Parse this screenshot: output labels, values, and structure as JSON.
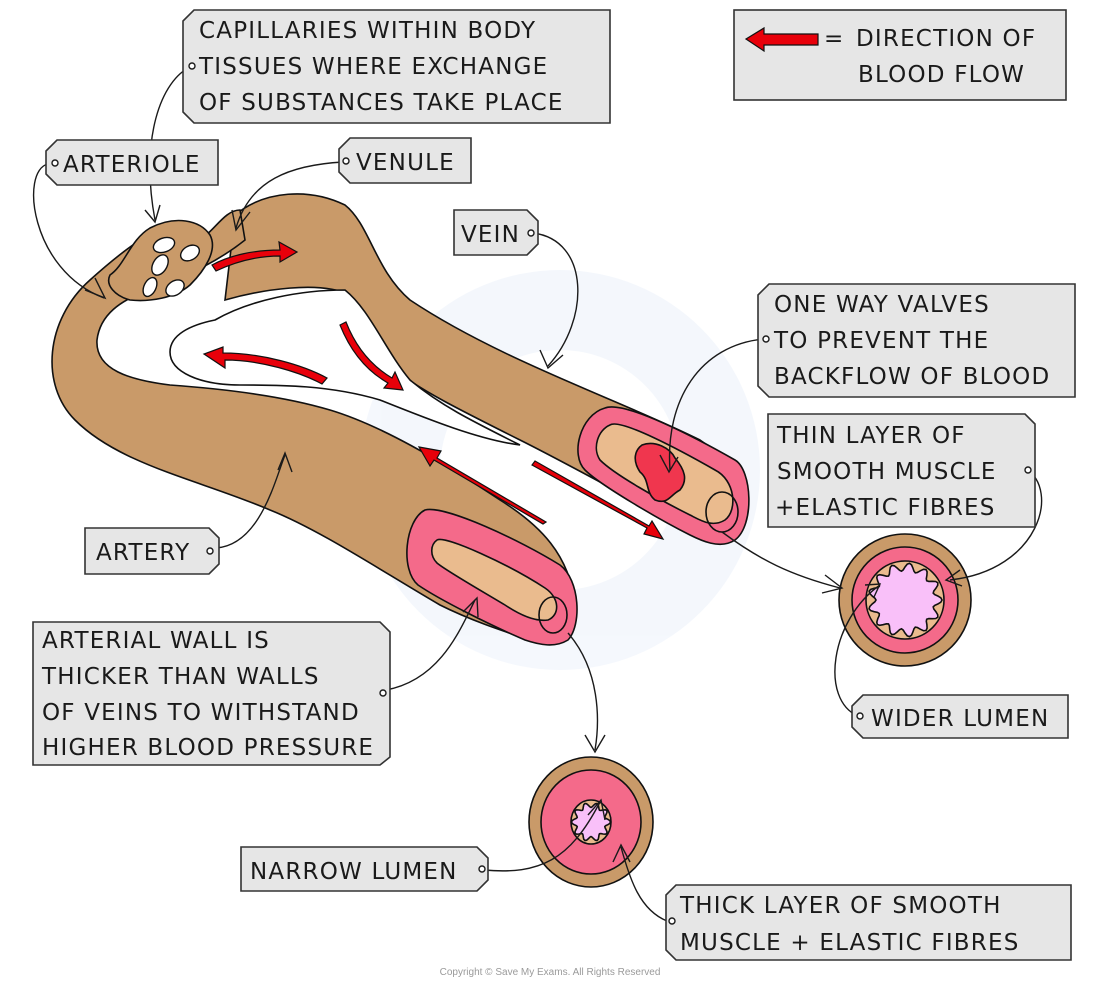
{
  "diagram": {
    "title": "Structure of arteries, veins and capillaries",
    "colors": {
      "vessel_outer": "#c99a69",
      "vessel_muscle": "#f46a8a",
      "vessel_inner": "#eabb8e",
      "lumen": "#f9c0f9",
      "valve": "#f0364e",
      "flow_arrow": "#e8000a",
      "label_fill": "#e6e6e6",
      "outline": "#111111"
    },
    "key": {
      "symbol": "=",
      "line1": "DIRECTION  OF",
      "line2": "BLOOD  FLOW"
    },
    "labels": {
      "capillaries": [
        "CAPILLARIES  WITHIN  BODY",
        "TISSUES  WHERE  EXCHANGE",
        "OF  SUBSTANCES  TAKE  PLACE"
      ],
      "arteriole": "ARTERIOLE",
      "venule": "VENULE",
      "vein": "VEIN",
      "valves": [
        "ONE  WAY  VALVES",
        "TO  PREVENT  THE",
        "BACKFLOW  OF  BLOOD"
      ],
      "vein_wall": [
        "THIN  LAYER  OF",
        "SMOOTH  MUSCLE",
        "+ELASTIC  FIBRES"
      ],
      "artery": "ARTERY",
      "arterial_wall": [
        "ARTERIAL  WALL  IS",
        "THICKER  THAN  WALLS",
        "OF  VEINS  TO  WITHSTAND",
        "HIGHER  BLOOD  PRESSURE"
      ],
      "wider_lumen": "WIDER  LUMEN",
      "narrow_lumen": "NARROW  LUMEN",
      "artery_wall_section": [
        "THICK  LAYER  OF  SMOOTH",
        "MUSCLE + ELASTIC  FIBRES"
      ]
    },
    "copyright": "Copyright © Save My Exams. All Rights Reserved"
  }
}
